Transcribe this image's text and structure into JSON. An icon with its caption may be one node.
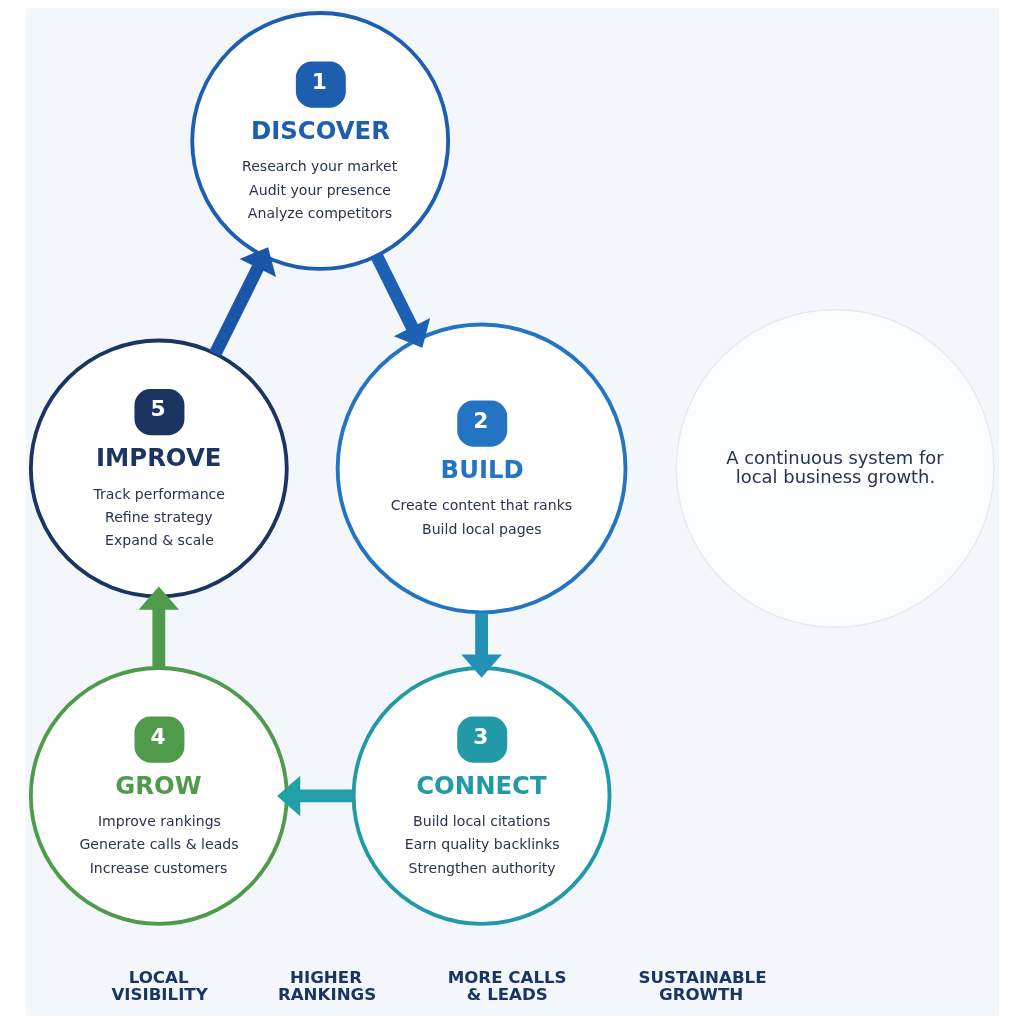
{
  "diagram": {
    "nodes": [
      {
        "text": [
          "1",
          "DISCOVER",
          "Research your market",
          "Audit your presence",
          "Analyze competitors"
        ]
      },
      {
        "text": [
          "2",
          "BUILD",
          "Create content that ranks",
          "Build local pages"
        ]
      },
      {
        "text": [
          "3",
          "CONNECT",
          "Build local citations",
          "Earn quality backlinks",
          "Strengthen authority"
        ]
      },
      {
        "text": [
          "4",
          "GROW",
          "Improve rankings",
          "Generate calls & leads",
          "Increase customers"
        ]
      },
      {
        "text": [
          "5",
          "IMPROVE",
          "Track performance",
          "Refine strategy",
          "Expand & scale"
        ]
      },
      {
        "text": [
          "A continuous system for local business growth."
        ]
      }
    ],
    "edges": [
      {
        "from": 0,
        "to": 1,
        "arrow": "to",
        "color": "#1e60b2"
      },
      {
        "from": 1,
        "to": 2,
        "arrow": "to",
        "color": "#2390b6"
      },
      {
        "from": 2,
        "to": 3,
        "arrow": "to",
        "color": "#22a0a8"
      },
      {
        "from": 3,
        "to": 4,
        "arrow": "to",
        "color": "#4f9a4b"
      },
      {
        "from": 4,
        "to": 0,
        "arrow": "to",
        "color": "#1b56a6"
      }
    ],
    "labels": [
      "LOCAL VISIBILITY",
      "HIGHER RANKINGS",
      "MORE CALLS & LEADS",
      "SUSTAINABLE GROWTH"
    ]
  }
}
